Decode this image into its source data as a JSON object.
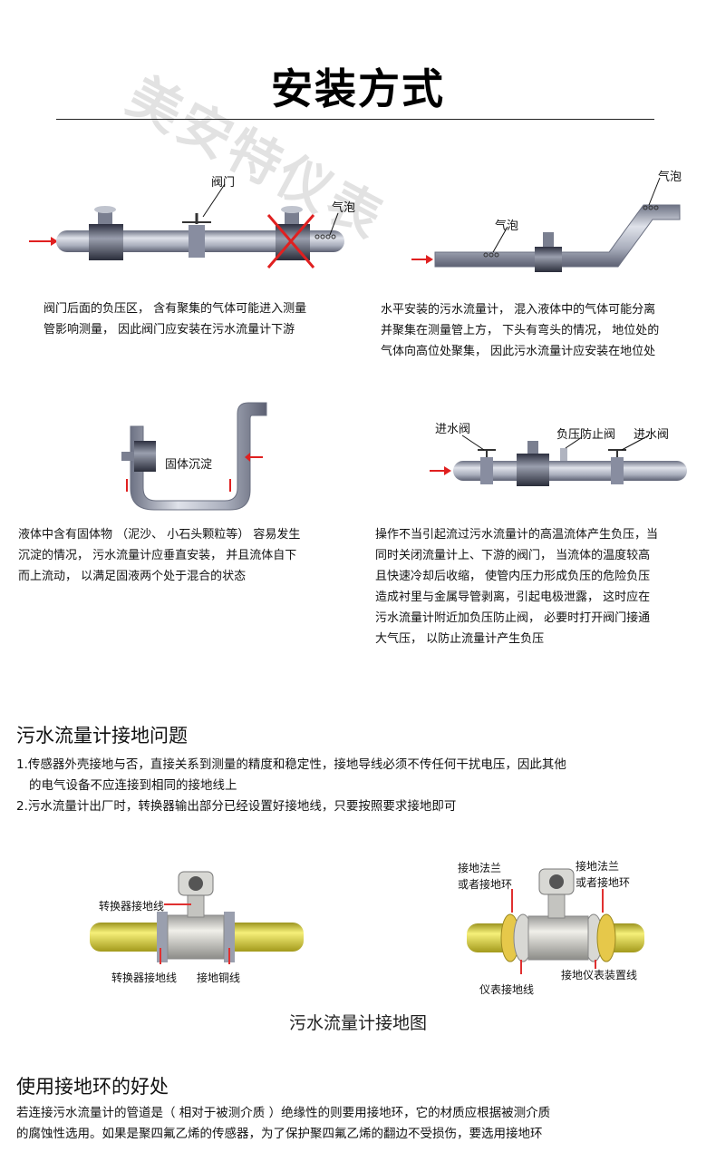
{
  "header": {
    "title": "安装方式",
    "watermark": "美安特仪表"
  },
  "diagrams": {
    "valve": {
      "label_valve": "阀门",
      "label_bubble": "气泡",
      "text_1": "阀门后面的负压区， 含有聚集的气体可能进入测量",
      "text_2": "管影响测量， 因此阀门应安装在污水流量计下游"
    },
    "horizontal": {
      "label_bubble_top": "气泡",
      "label_bubble_low": "气泡",
      "text_1": "水平安装的污水流量计， 混入液体中的气体可能分离",
      "text_2": "并聚集在测量管上方， 下头有弯头的情况， 地位处的",
      "text_3": "气体向高位处聚集， 因此污水流量计应安装在地位处"
    },
    "vertical": {
      "label_solid": "固体沉淀",
      "text_1": "液体中含有固体物 （泥沙、 小石头颗粒等） 容易发生",
      "text_2": "沉淀的情况， 污水流量计应垂直安装， 并且流体自下",
      "text_3": "而上流动， 以满足固液两个处于混合的状态"
    },
    "negative_pressure": {
      "label_inlet_left": "进水阀",
      "label_check": "负压防止阀",
      "label_inlet_right": "进水阀",
      "text_1": "操作不当引起流过污水流量计的高温流体产生负压，当",
      "text_2": "同时关闭流量计上、下游的阀门， 当流体的温度较高",
      "text_3": "且快速冷却后收缩， 使管内压力形成负压的危险负压",
      "text_4": "造成衬里与金属导管剥离，引起电极泄露， 这时应在",
      "text_5": "污水流量计附近加负压防止阀， 必要时打开阀门接通",
      "text_6": "大气压， 以防止流量计产生负压"
    }
  },
  "grounding": {
    "heading": "污水流量计接地问题",
    "item_1a": "1.传感器外壳接地与否，直接关系到测量的精度和稳定性，接地导线必须不传任何干扰电压，因此其他",
    "item_1b": "的电气设备不应连接到相同的接地线上",
    "item_2": "2.污水流量计出厂时，转换器输出部分已经设置好接地线，只要按照要求接地即可",
    "left_fig": {
      "label_top": "转换器接地线",
      "label_bottom_left": "转换器接地线",
      "label_bottom_right": "接地铜线"
    },
    "right_fig": {
      "label_tl_1": "接地法兰",
      "label_tl_2": "或者接地环",
      "label_tr_1": "接地法兰",
      "label_tr_2": "或者接地环",
      "label_bottom": "仪表接地线",
      "label_right": "接地仪表装置线"
    },
    "caption": "污水流量计接地图"
  },
  "ring": {
    "heading": "使用接地环的好处",
    "text_1": "若连接污水流量计的管道是（ 相对于被测介质 ）绝缘性的则要用接地环，它的材质应根据被测介质",
    "text_2": "的腐蚀性选用。如果是聚四氟乙烯的传感器，为了保护聚四氟乙烯的翻边不受损伤，要选用接地环"
  },
  "colors": {
    "pipe": "#b4b9c6",
    "pipe_dark": "#656a7c",
    "arrow": "#e02020",
    "yellow_pipe": "#e7df4a",
    "ground_red": "#e03030"
  }
}
